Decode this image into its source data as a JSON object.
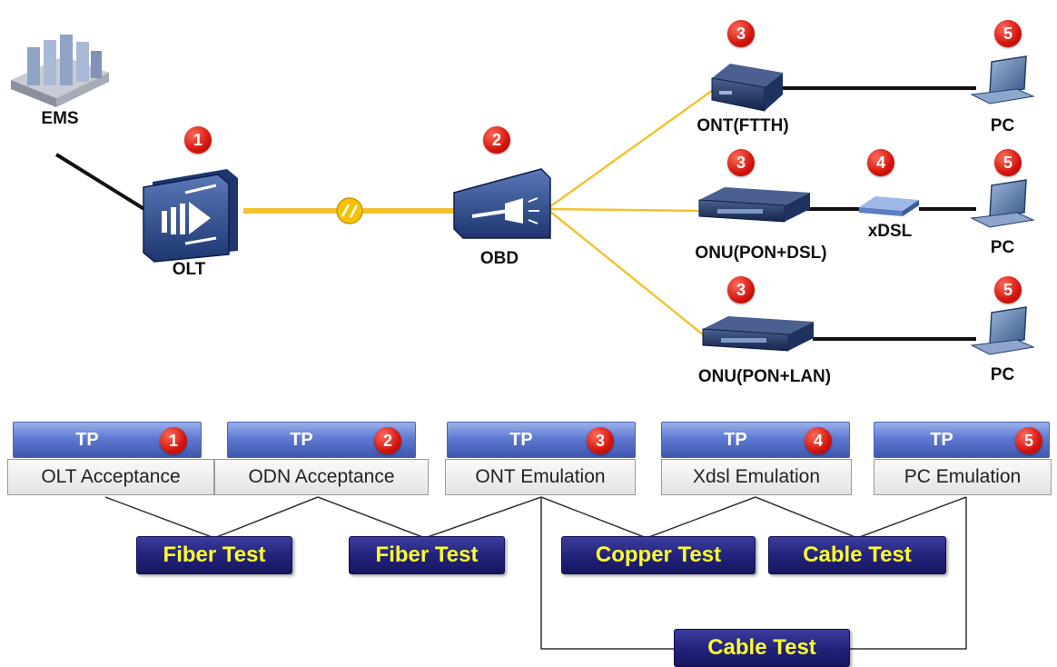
{
  "colors": {
    "fiber": "#f2c230",
    "copper": "#111111",
    "tp_header": "#5f7ad2",
    "test_text": "#ffff2a",
    "badge": "#d4140c"
  },
  "devices": {
    "ems": {
      "label": "EMS",
      "icon": "server-cluster-icon"
    },
    "olt": {
      "label": "OLT",
      "icon": "olt-device-icon",
      "badge": "1"
    },
    "obd": {
      "label": "OBD",
      "icon": "splitter-icon",
      "badge": "2"
    },
    "ont_ftth": {
      "label": "ONT(FTTH)",
      "icon": "ont-box-icon",
      "badge": "3"
    },
    "onu_dsl": {
      "label": "ONU(PON+DSL)",
      "icon": "onu-switch-icon",
      "badge": "3"
    },
    "onu_lan": {
      "label": "ONU(PON+LAN)",
      "icon": "onu-switch-icon",
      "badge": "3"
    },
    "xdsl": {
      "label": "xDSL",
      "icon": "modem-icon",
      "badge": "4"
    },
    "pc1": {
      "label": "PC",
      "icon": "laptop-icon",
      "badge": "5"
    },
    "pc2": {
      "label": "PC",
      "icon": "laptop-icon",
      "badge": "5"
    },
    "pc3": {
      "label": "PC",
      "icon": "laptop-icon",
      "badge": "5"
    }
  },
  "test_points": [
    {
      "header": "TP",
      "badge": "1",
      "label": "OLT Acceptance"
    },
    {
      "header": "TP",
      "badge": "2",
      "label": "ODN Acceptance"
    },
    {
      "header": "TP",
      "badge": "3",
      "label": "ONT Emulation"
    },
    {
      "header": "TP",
      "badge": "4",
      "label": "Xdsl Emulation"
    },
    {
      "header": "TP",
      "badge": "5",
      "label": "PC Emulation"
    }
  ],
  "tests": [
    {
      "label": "Fiber Test"
    },
    {
      "label": "Fiber Test"
    },
    {
      "label": "Copper Test"
    },
    {
      "label": "Cable Test"
    },
    {
      "label": "Cable Test"
    }
  ]
}
